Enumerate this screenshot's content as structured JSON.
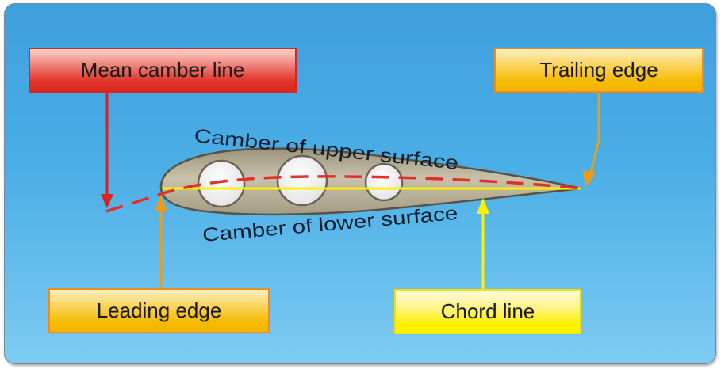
{
  "diagram": {
    "title": "Airfoil terminology",
    "callouts": {
      "mean_camber_line": "Mean camber line",
      "trailing_edge": "Trailing edge",
      "leading_edge": "Leading edge",
      "chord_line": "Chord line"
    },
    "surface_labels": {
      "upper": "Camber of upper surface",
      "lower": "Camber of lower surface"
    },
    "colors": {
      "background_top": "#3f9fde",
      "background_bottom": "#7ecbf2",
      "mean_camber_line": "#e0302a",
      "chord_line": "#fff200",
      "leading_trailing_arrows": "#f09a1a",
      "airfoil_fill": "#b3aa93",
      "airfoil_outline": "#5a5344",
      "holes": "#eeeeee"
    },
    "features": {
      "lightening_holes": 3
    }
  }
}
